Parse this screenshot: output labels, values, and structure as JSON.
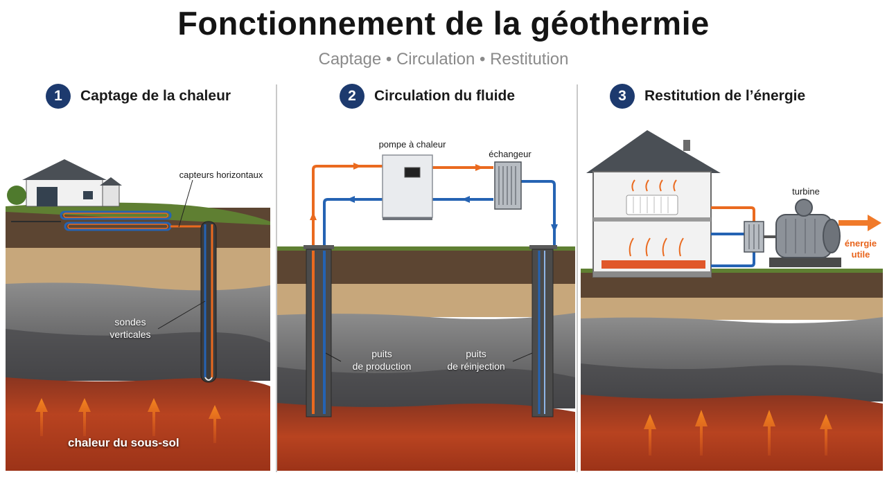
{
  "title": "Fonctionnement de la géothermie",
  "subtitle": "Captage • Circulation • Restitution",
  "sections": [
    {
      "number": "1",
      "title": "Captage de la chaleur"
    },
    {
      "number": "2",
      "title": "Circulation du fluide"
    },
    {
      "number": "3",
      "title": "Restitution de l’énergie"
    }
  ],
  "panel1": {
    "label_collectors": "capteurs horizontaux",
    "label_probes_1": "sondes",
    "label_probes_2": "verticales",
    "label_heat": "chaleur du sous-sol"
  },
  "panel2": {
    "label_pump": "pompe à chaleur",
    "label_exchanger": "échangeur",
    "label_production_1": "puits",
    "label_production_2": "de production",
    "label_reinjection_1": "puits",
    "label_reinjection_2": "de réinjection"
  },
  "panel3": {
    "label_turbine": "turbine",
    "label_energy_1": "énergie",
    "label_energy_2": "utile"
  },
  "colors": {
    "hot": "#ea6a1f",
    "cold": "#2563b3",
    "badge": "#1d3a6e",
    "magma": "#b2401f"
  },
  "icons": [
    "house-icon",
    "heat-pump-icon",
    "heat-exchanger-icon",
    "turbine-icon",
    "radiator-icon",
    "heat-arrow-icon"
  ]
}
